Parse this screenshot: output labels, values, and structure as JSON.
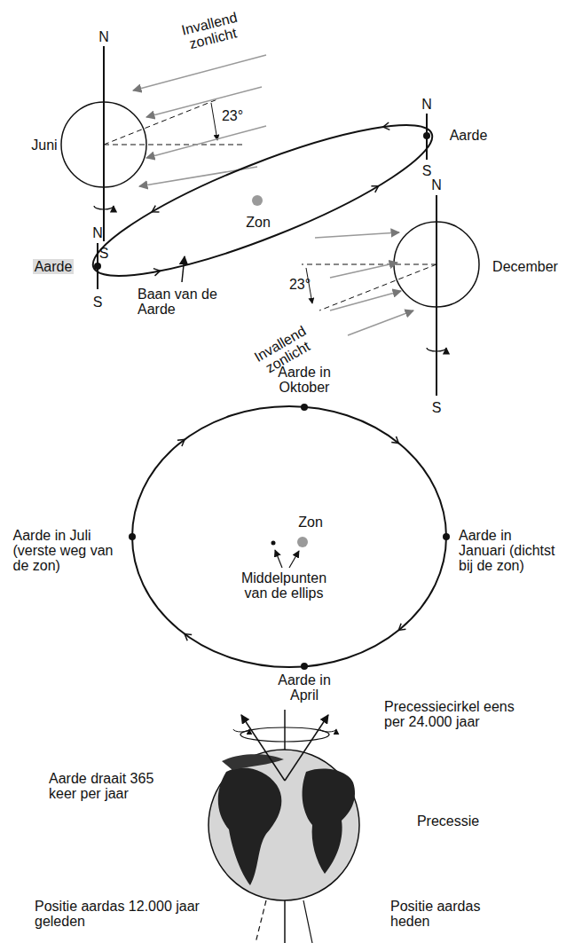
{
  "diagram": {
    "labels": [
      "Invallend zonlicht",
      "23°",
      "Juni",
      "N",
      "S",
      "N",
      "S",
      "Aarde",
      "Zon",
      "N",
      "S",
      "Aarde",
      "23°",
      "December",
      "N",
      "S",
      "Invallend zonlicht",
      "Baan van de Aarde",
      "Aarde in Oktober",
      "Zon",
      "Aarde in Juli (verste weg van de zon)",
      "Aarde in Januari (dichtst bij de zon)",
      "Middelpunten van de ellips",
      "Aarde in April",
      "Precessiecirkel eens per 24.000 jaar",
      "Aarde draait 365 keer per jaar",
      "Precessie",
      "Positie aardas 12.000 jaar geleden",
      "Positie aardas heden"
    ]
  }
}
